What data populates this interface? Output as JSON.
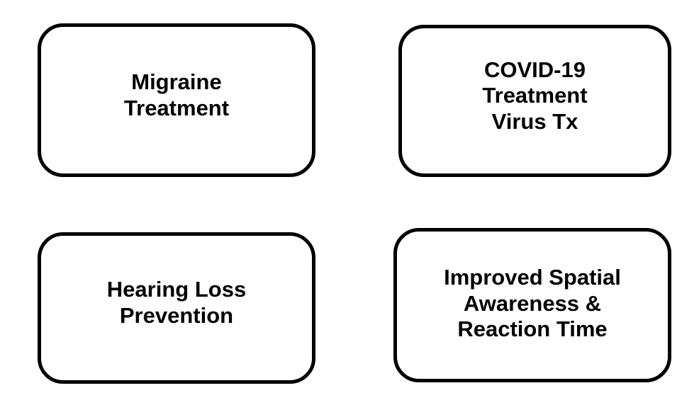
{
  "diagram": {
    "background_color": "#ffffff",
    "shape_border_color": "#000000",
    "shape_fill_color": "#ffffff",
    "text_color": "#000000",
    "boxes": [
      {
        "id": "migraine-treatment",
        "label": "Migraine\nTreatment"
      },
      {
        "id": "covid-treatment",
        "label": "COVID-19\nTreatment\nVirus Tx"
      },
      {
        "id": "hearing-loss-prevention",
        "label": "Hearing Loss\nPrevention"
      },
      {
        "id": "spatial-awareness-reaction-time",
        "label": "Improved Spatial\nAwareness &\nReaction Time"
      }
    ]
  }
}
